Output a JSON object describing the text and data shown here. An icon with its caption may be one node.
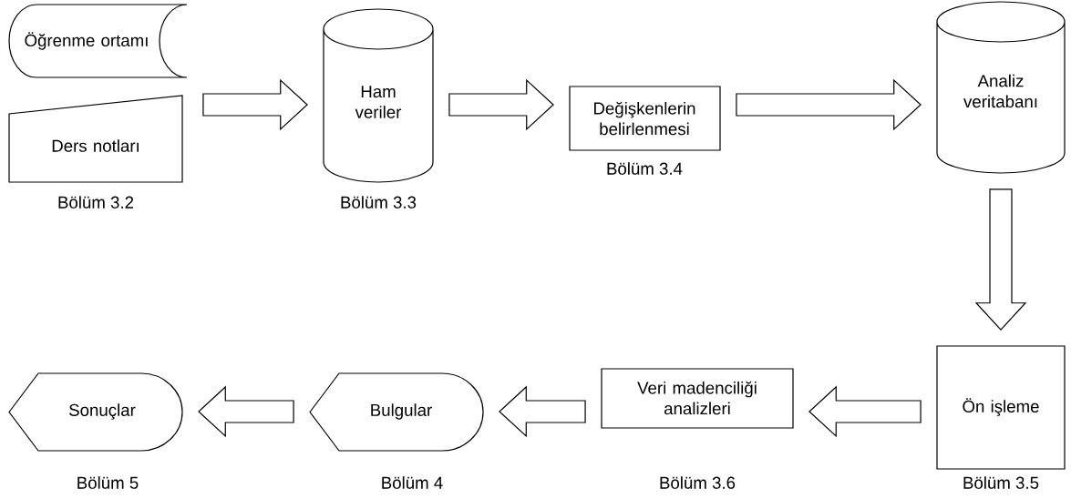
{
  "diagram": {
    "nodes": [
      {
        "text": [
          "Öğrenme ortamı"
        ]
      },
      {
        "text": [
          "Ders notları"
        ],
        "beside": [
          "Bölüm 3.2"
        ]
      },
      {
        "text": [
          "Ham veriler"
        ],
        "beside": [
          "Bölüm 3.3"
        ]
      },
      {
        "text": [
          "Değişkenlerin belirlenmesi"
        ],
        "beside": [
          "Bölüm 3.4"
        ]
      },
      {
        "text": [
          "Analiz veritabanı"
        ]
      },
      {
        "text": [
          "Ön işleme"
        ],
        "beside": [
          "Bölüm 3.5"
        ]
      },
      {
        "text": [
          "Veri madenciliği analizleri"
        ],
        "beside": [
          "Bölüm 3.6"
        ]
      },
      {
        "text": [
          "Bulgular"
        ],
        "beside": [
          "Bölüm 4"
        ]
      },
      {
        "text": [
          "Sonuçlar"
        ],
        "beside": [
          "Bölüm 5"
        ]
      }
    ],
    "edges": [
      {
        "from": 0,
        "to": 2,
        "arrow": "to"
      },
      {
        "from": 1,
        "to": 2,
        "arrow": "to"
      },
      {
        "from": 2,
        "to": 3,
        "arrow": "to"
      },
      {
        "from": 3,
        "to": 4,
        "arrow": "to"
      },
      {
        "from": 4,
        "to": 5,
        "arrow": "to"
      },
      {
        "from": 5,
        "to": 6,
        "arrow": "to"
      },
      {
        "from": 6,
        "to": 7,
        "arrow": "to"
      },
      {
        "from": 7,
        "to": 8,
        "arrow": "to"
      }
    ]
  }
}
